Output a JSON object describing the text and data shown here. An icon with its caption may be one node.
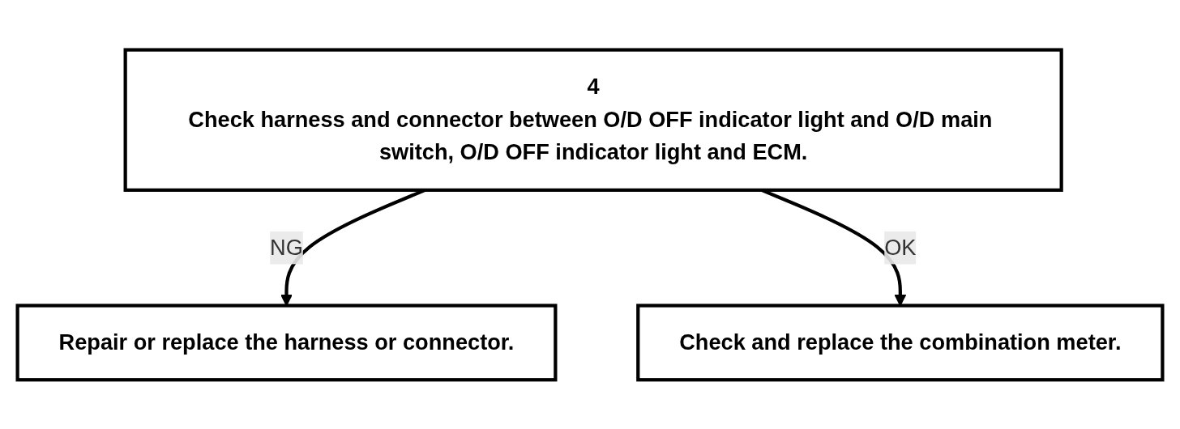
{
  "diagram": {
    "nodes": [
      {
        "text": [
          "4",
          "Check harness and connector between O/D OFF indicator light and O/D main switch, O/D OFF indicator light and ECM."
        ]
      },
      {
        "text": [
          "Repair or replace the harness or connector."
        ]
      },
      {
        "text": [
          "Check and replace the combination meter."
        ]
      }
    ],
    "edges": [
      {
        "from": 0,
        "to": 1,
        "arrow": "to",
        "label": "NG"
      },
      {
        "from": 0,
        "to": 2,
        "arrow": "to",
        "label": "OK"
      }
    ]
  }
}
